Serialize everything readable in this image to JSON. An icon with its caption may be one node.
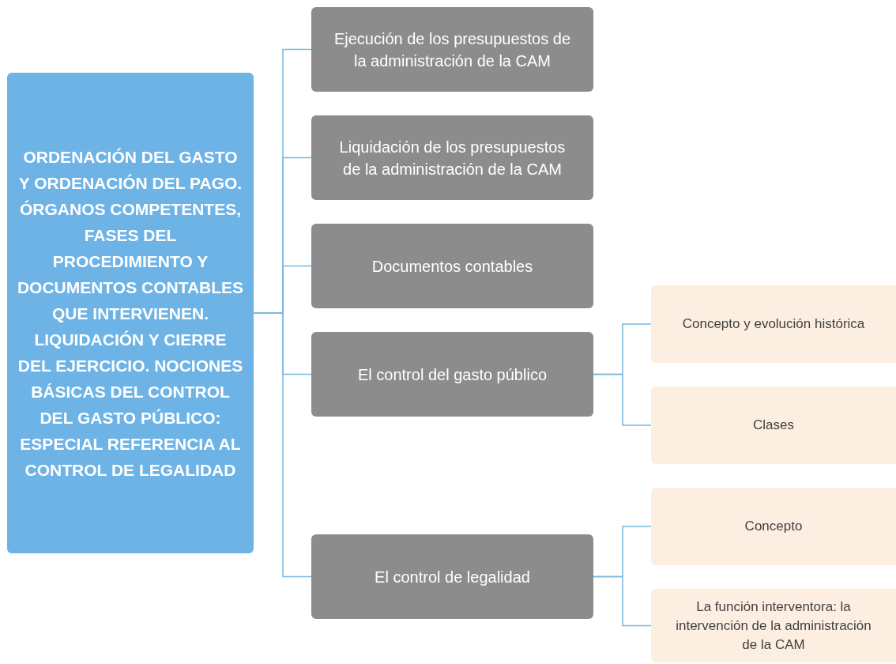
{
  "diagram": {
    "nodes": [
      {
        "text": [
          "ORDENACIÓN DEL GASTO Y ORDENACIÓN DEL PAGO. ÓRGANOS COMPETENTES, FASES DEL PROCEDIMIENTO Y DOCUMENTOS CONTABLES QUE INTERVIENEN. LIQUIDACIÓN Y CIERRE DEL EJERCICIO. NOCIONES BÁSICAS DEL CONTROL DEL GASTO PÚBLICO: ESPECIAL REFERENCIA AL CONTROL DE LEGALIDAD"
        ]
      },
      {
        "text": [
          "Ejecución de los presupuestos de la administración de la CAM"
        ]
      },
      {
        "text": [
          "Liquidación de los presupuestos de la administración de la CAM"
        ]
      },
      {
        "text": [
          "Documentos contables"
        ]
      },
      {
        "text": [
          "El control del gasto público"
        ]
      },
      {
        "text": [
          "Concepto y evolución histórica"
        ]
      },
      {
        "text": [
          "Clases"
        ]
      },
      {
        "text": [
          "El control de legalidad"
        ]
      },
      {
        "text": [
          "Concepto"
        ]
      },
      {
        "text": [
          "La función interventora: la intervención de la administración de la CAM"
        ]
      }
    ],
    "edges": [
      {
        "from": 0,
        "to": 1,
        "arrow": "none"
      },
      {
        "from": 0,
        "to": 2,
        "arrow": "none"
      },
      {
        "from": 0,
        "to": 3,
        "arrow": "none"
      },
      {
        "from": 0,
        "to": 4,
        "arrow": "none"
      },
      {
        "from": 0,
        "to": 7,
        "arrow": "none"
      },
      {
        "from": 4,
        "to": 5,
        "arrow": "none"
      },
      {
        "from": 4,
        "to": 6,
        "arrow": "none"
      },
      {
        "from": 7,
        "to": 8,
        "arrow": "none"
      },
      {
        "from": 7,
        "to": 9,
        "arrow": "none"
      }
    ]
  }
}
